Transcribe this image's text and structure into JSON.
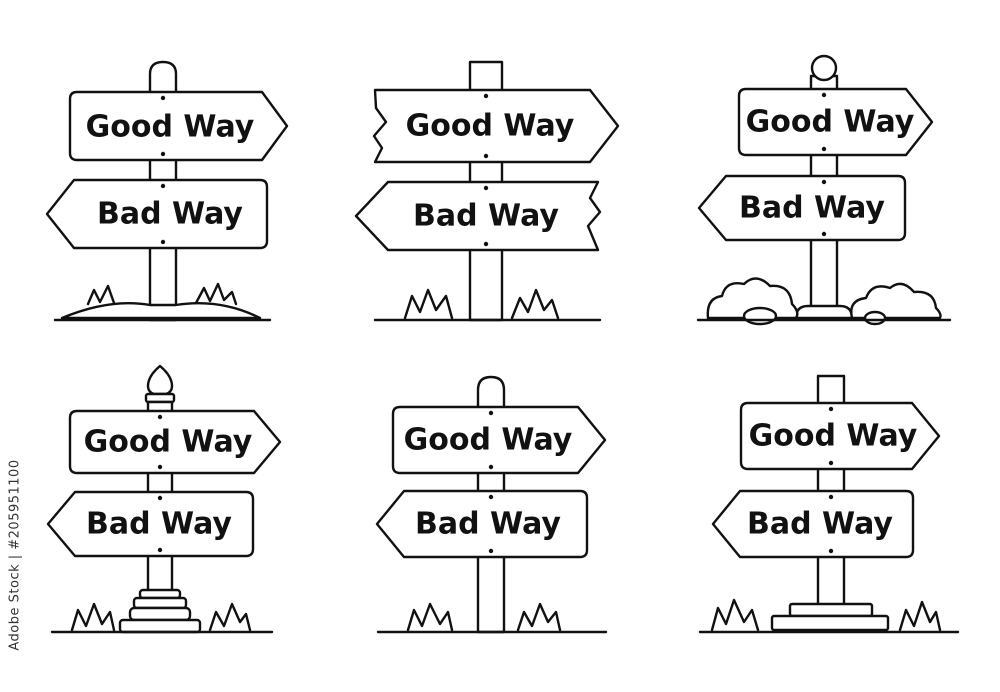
{
  "signposts": [
    {
      "good_label": "Good Way",
      "bad_label": "Bad Way",
      "variant": "rounded-post-with-mound"
    },
    {
      "good_label": "Good Way",
      "bad_label": "Bad Way",
      "variant": "wooden-broken-ends"
    },
    {
      "good_label": "Good Way",
      "bad_label": "Bad Way",
      "variant": "ball-top-with-bushes"
    },
    {
      "good_label": "Good Way",
      "bad_label": "Bad Way",
      "variant": "ornamental-finial-pedestal"
    },
    {
      "good_label": "Good Way",
      "bad_label": "Bad Way",
      "variant": "rounded-post-grass"
    },
    {
      "good_label": "Good Way",
      "bad_label": "Bad Way",
      "variant": "square-post-stepped-base"
    }
  ],
  "watermark": {
    "text": "Adobe Stock | #205951100"
  },
  "colors": {
    "stroke": "#111111",
    "background": "#ffffff"
  }
}
